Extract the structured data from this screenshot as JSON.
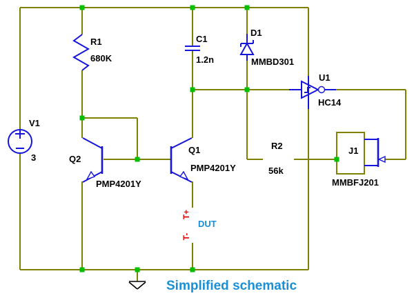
{
  "schematic": {
    "caption": "Simplified schematic",
    "v1": {
      "ref": "V1",
      "value": "3"
    },
    "r1": {
      "ref": "R1",
      "value": "680K"
    },
    "c1": {
      "ref": "C1",
      "value": "1.2n"
    },
    "d1": {
      "ref": "D1",
      "value": "MMBD301"
    },
    "u1": {
      "ref": "U1",
      "value": "HC14"
    },
    "q2": {
      "ref": "Q2",
      "value": "PMP4201Y"
    },
    "q1": {
      "ref": "Q1",
      "value": "PMP4201Y"
    },
    "r2": {
      "ref": "R2",
      "value": "56k"
    },
    "j1": {
      "ref": "J1",
      "value": "MMBFJ201"
    },
    "dut": {
      "label": "DUT",
      "t_plus": "T+",
      "t_minus": "T-"
    }
  },
  "colors": {
    "wire": "#7f7f00",
    "component": "#1414dd",
    "junction": "#00c000",
    "terminal": "#ea0000",
    "caption": "#1b8fd6",
    "label": "#000000",
    "background": "#ffffff"
  }
}
